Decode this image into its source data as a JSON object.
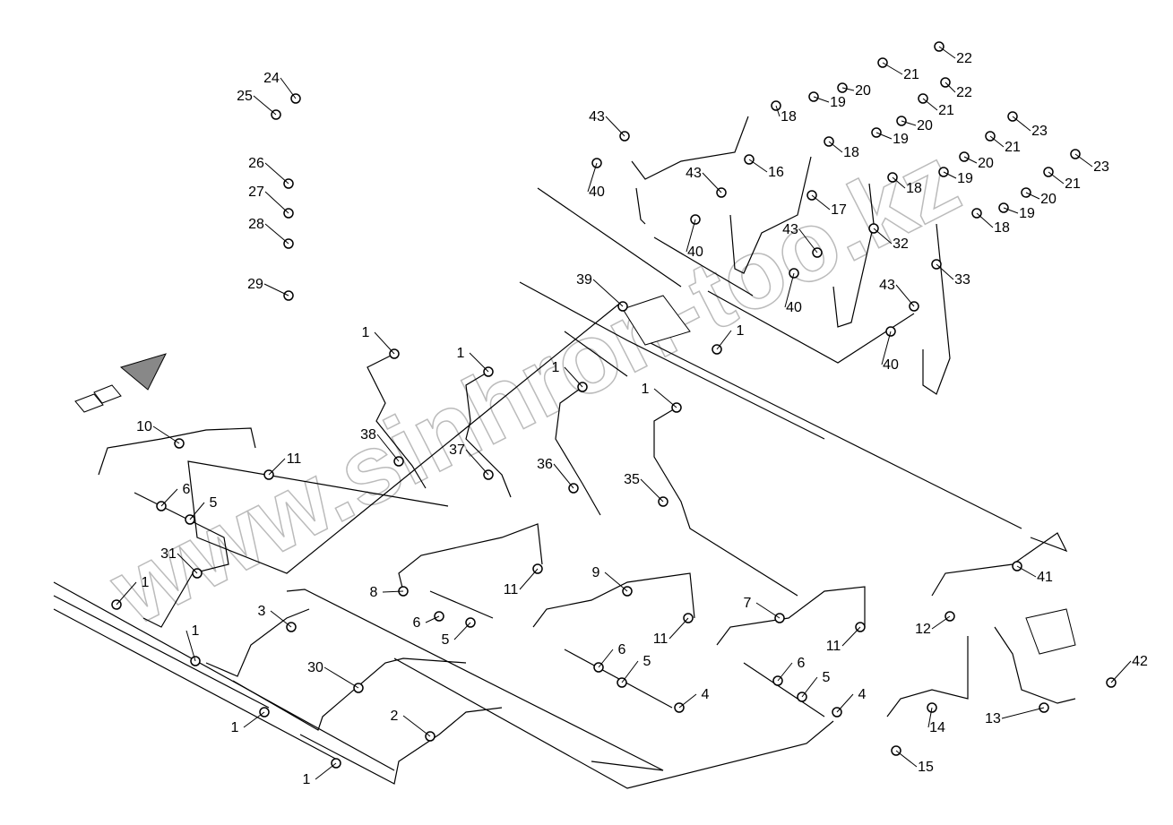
{
  "diagram": {
    "watermark": "www.sinhron-too.kz",
    "callouts": [
      "24",
      "25",
      "26",
      "27",
      "28",
      "29",
      "43",
      "40",
      "16",
      "17",
      "18",
      "19",
      "20",
      "21",
      "22",
      "22",
      "21",
      "20",
      "19",
      "18",
      "23",
      "21",
      "20",
      "19",
      "18",
      "23",
      "21",
      "20",
      "19",
      "18",
      "43",
      "40",
      "43",
      "40",
      "43",
      "40",
      "32",
      "33",
      "39",
      "1",
      "1",
      "1",
      "1",
      "1",
      "38",
      "37",
      "36",
      "35",
      "10",
      "11",
      "6",
      "5",
      "31",
      "1",
      "3",
      "8",
      "6",
      "5",
      "11",
      "9",
      "11",
      "7",
      "11",
      "41",
      "12",
      "6",
      "5",
      "4",
      "6",
      "5",
      "4",
      "1",
      "30",
      "1",
      "2",
      "1",
      "14",
      "13",
      "15",
      "42"
    ],
    "colors": {
      "line": "#000000",
      "watermark": "#bbbbbb"
    }
  }
}
